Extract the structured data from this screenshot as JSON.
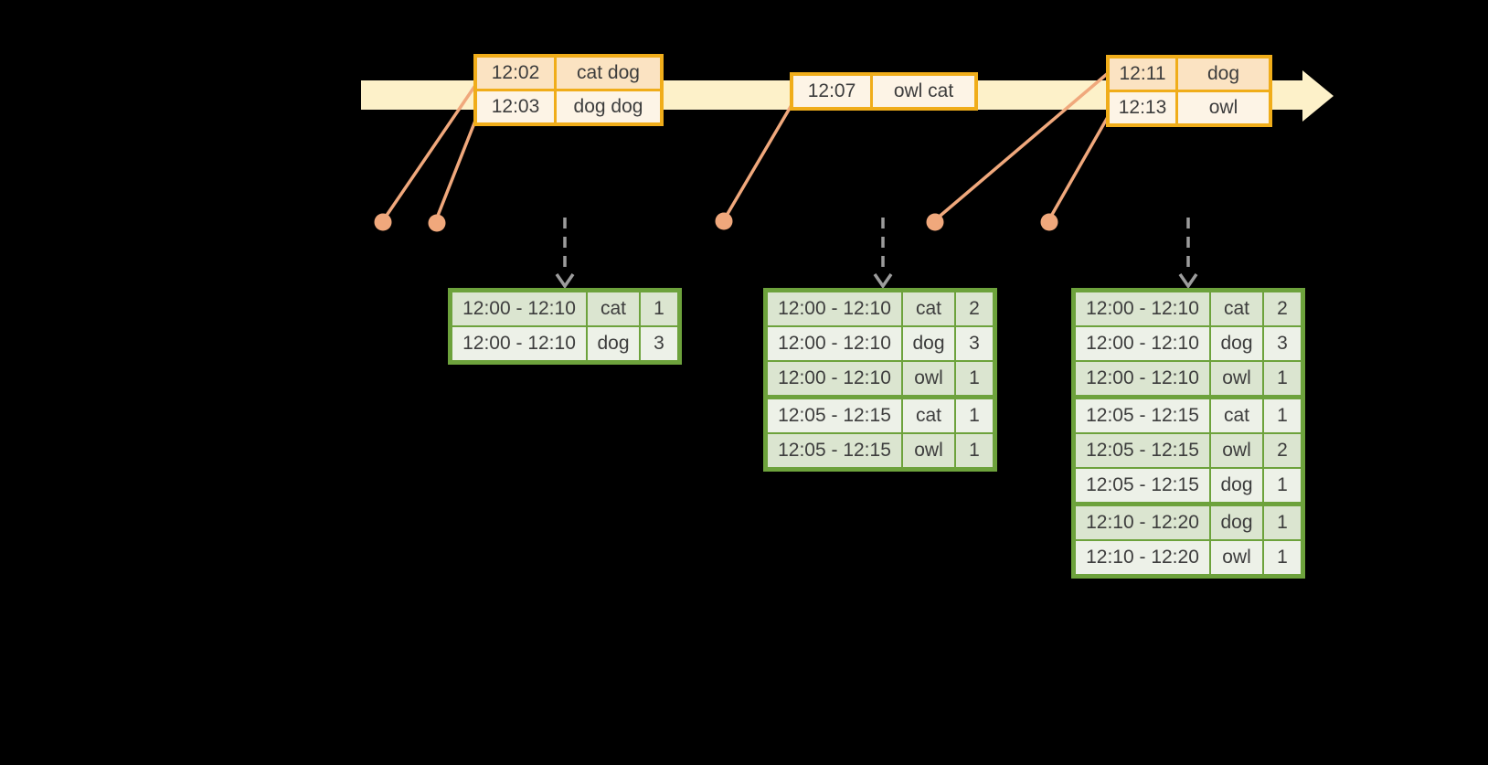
{
  "diagram": {
    "colors": {
      "background": "#000000",
      "timeline_band": "#fdf1c9",
      "event_box_border": "#f0ad1a",
      "event_row_dark": "#fbe3c2",
      "event_row_light": "#fdf4e6",
      "connector_salmon": "#f0a87c",
      "trigger_arrow_gray": "#9c9c9c",
      "table_border_green": "#6da23c",
      "table_row_dark": "#dbe5d0",
      "table_row_light": "#edf1e8",
      "text": "#3d3d3d"
    },
    "event_boxes": [
      {
        "rows": [
          {
            "time": "12:02",
            "words": "cat dog"
          },
          {
            "time": "12:03",
            "words": "dog dog"
          }
        ]
      },
      {
        "rows": [
          {
            "time": "12:07",
            "words": "owl cat"
          }
        ]
      },
      {
        "rows": [
          {
            "time": "12:11",
            "words": "dog"
          },
          {
            "time": "12:13",
            "words": "owl"
          }
        ]
      }
    ],
    "result_tables": [
      {
        "rows": [
          {
            "window": "12:00 - 12:10",
            "word": "cat",
            "count": "1"
          },
          {
            "window": "12:00 - 12:10",
            "word": "dog",
            "count": "3"
          }
        ]
      },
      {
        "rows": [
          {
            "window": "12:00 - 12:10",
            "word": "cat",
            "count": "2"
          },
          {
            "window": "12:00 - 12:10",
            "word": "dog",
            "count": "3"
          },
          {
            "window": "12:00 - 12:10",
            "word": "owl",
            "count": "1"
          },
          {
            "window": "12:05 - 12:15",
            "word": "cat",
            "count": "1"
          },
          {
            "window": "12:05 - 12:15",
            "word": "owl",
            "count": "1"
          }
        ]
      },
      {
        "rows": [
          {
            "window": "12:00 - 12:10",
            "word": "cat",
            "count": "2"
          },
          {
            "window": "12:00 - 12:10",
            "word": "dog",
            "count": "3"
          },
          {
            "window": "12:00 - 12:10",
            "word": "owl",
            "count": "1"
          },
          {
            "window": "12:05 - 12:15",
            "word": "cat",
            "count": "1"
          },
          {
            "window": "12:05 - 12:15",
            "word": "owl",
            "count": "2"
          },
          {
            "window": "12:05 - 12:15",
            "word": "dog",
            "count": "1"
          },
          {
            "window": "12:10 - 12:20",
            "word": "dog",
            "count": "1"
          },
          {
            "window": "12:10 - 12:20",
            "word": "owl",
            "count": "1"
          }
        ]
      }
    ]
  }
}
